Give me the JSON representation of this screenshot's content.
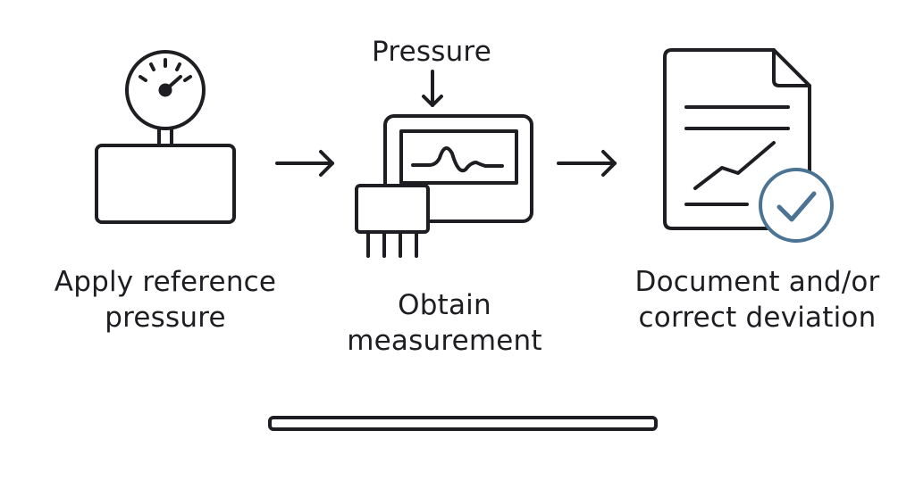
{
  "input_label": "Pressure",
  "steps": [
    {
      "lines": [
        "Apply reference",
        "pressure"
      ],
      "icon": "pressure-gauge-icon"
    },
    {
      "lines": [
        "Obtain",
        "measurement"
      ],
      "icon": "pressure-sensor-icon"
    },
    {
      "lines": [
        "Document and/or",
        "correct deviation"
      ],
      "icon": "document-check-icon"
    }
  ],
  "colors": {
    "stroke": "#1e1e22",
    "accent": "#4a7394",
    "background": "#ffffff"
  }
}
